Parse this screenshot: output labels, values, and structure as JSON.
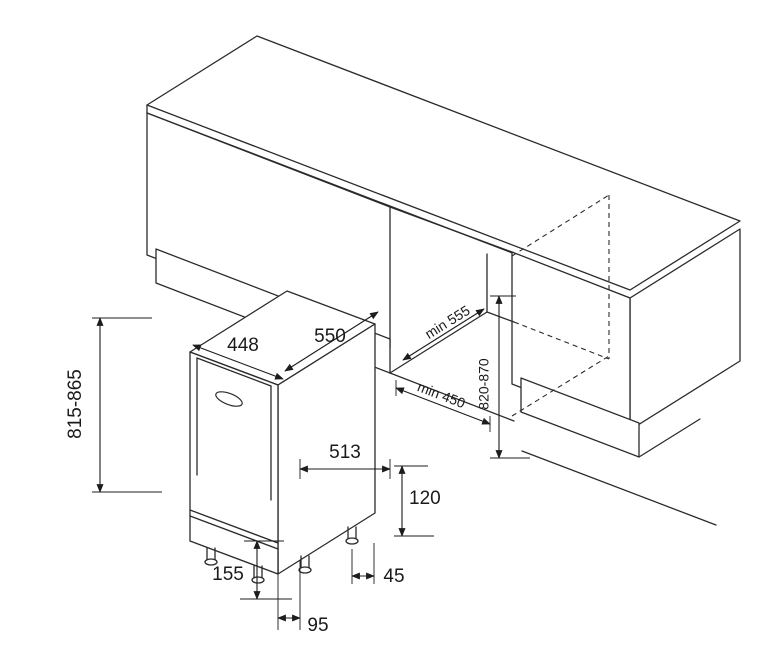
{
  "diagram": {
    "units": "mm",
    "labels": {
      "width": "448",
      "depth": "550",
      "height": "815-865",
      "body_depth": "513",
      "plinth_height": "155",
      "plinth_recess": "95",
      "foot_offset": "45",
      "foot_zone": "120",
      "niche_depth": "min 555",
      "niche_width": "min 450",
      "niche_height": "820-870"
    }
  }
}
